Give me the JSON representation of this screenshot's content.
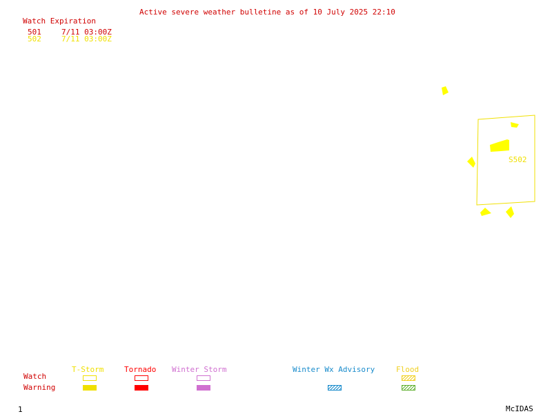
{
  "header": {
    "title": "Active severe weather bulletine as of 10 July 2025 22:10",
    "title_color": "#d00000"
  },
  "watch_list": {
    "heading": "Watch Expiration",
    "heading_color": "#d00000",
    "items": [
      {
        "id": "501",
        "expiration": "7/11 03:00Z",
        "color": "#d00000"
      },
      {
        "id": "502",
        "expiration": "7/11 03:00Z",
        "color": "#f0e000"
      }
    ]
  },
  "map": {
    "watch_label": "S502",
    "watch_color": "#f0e000",
    "warning_color": "#ffff00"
  },
  "legend": {
    "row_labels": {
      "watch": "Watch",
      "warning": "Warning"
    },
    "row_label_color": "#d00000",
    "categories": [
      {
        "name": "T-Storm",
        "color": "#f0e000",
        "pattern": "solid"
      },
      {
        "name": "Tornado",
        "color": "#ff0000",
        "pattern": "solid"
      },
      {
        "name": "Winter Storm",
        "color": "#d070d0",
        "pattern": "solid"
      },
      {
        "name": "Winter Wx Advisory",
        "color": "#1a8ccc",
        "pattern": "hatched",
        "watch_shown": false
      },
      {
        "name": "Flood",
        "color": "#f0d020",
        "warning_color": "#60b030",
        "pattern": "hatched"
      }
    ]
  },
  "footer": {
    "page_number": "1",
    "brand": "McIDAS"
  }
}
